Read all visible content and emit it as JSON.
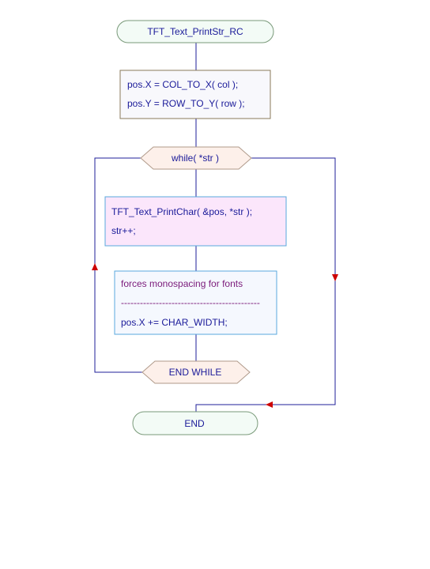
{
  "flowchart": {
    "start": {
      "label": "TFT_Text_PrintStr_RC"
    },
    "assign": {
      "lines": [
        "pos.X = COL_TO_X( col );",
        "pos.Y = ROW_TO_Y( row );"
      ]
    },
    "loop": {
      "condition": "while( *str )",
      "end_label": "END WHILE"
    },
    "call": {
      "lines": [
        "TFT_Text_PrintChar( &pos, *str );",
        "str++;"
      ]
    },
    "comment_block": {
      "comment": "forces monospacing for fonts",
      "separator": "--------------------------------------------",
      "statement": "pos.X += CHAR_WIDTH;"
    },
    "end": {
      "label": "END"
    }
  },
  "colors": {
    "line": "#1f1f99",
    "arrow": "#cc0000",
    "terminal_fill": "#f3fbf6",
    "terminal_stroke": "#7a9a7a",
    "process_fill": "#f8f8fc",
    "process_stroke": "#8a7a5a",
    "hex_fill": "#fdf0ea",
    "hex_stroke": "#b09a8a",
    "call_fill": "#fbe6fb",
    "call_stroke": "#5aa8dd",
    "comment_fill": "#f5f8fe",
    "comment_stroke": "#5aa8dd"
  }
}
